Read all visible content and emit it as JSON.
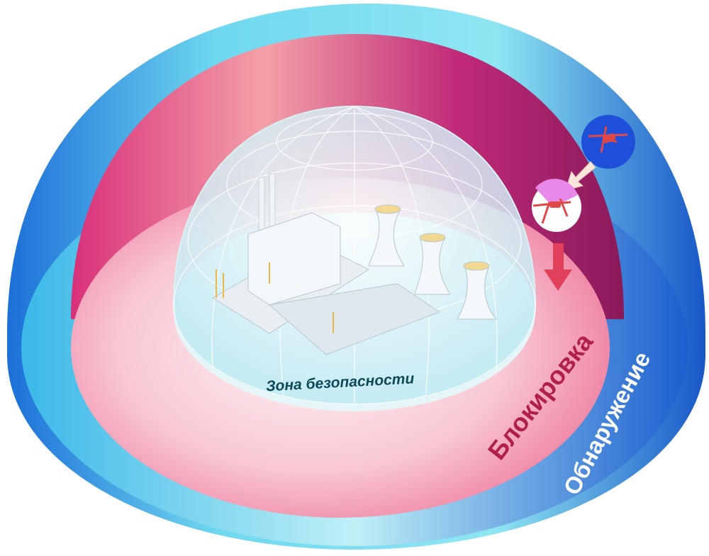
{
  "labels": {
    "safety_zone": "Зона безопасности",
    "blocking": "Блокировка",
    "detection": "Обнаружение"
  },
  "icons": [
    "drone-detected-icon",
    "drone-blocked-icon",
    "redirect-arrow-icon",
    "down-arrow-icon",
    "protective-dome-icon",
    "industrial-plant-icon"
  ],
  "colors": {
    "detection_ring": "#2aa6e0",
    "blocking_ring": "#c4206a",
    "safety_text": "#0c4a5a",
    "blocking_text": "#b0204a",
    "drone": "#e04848"
  }
}
